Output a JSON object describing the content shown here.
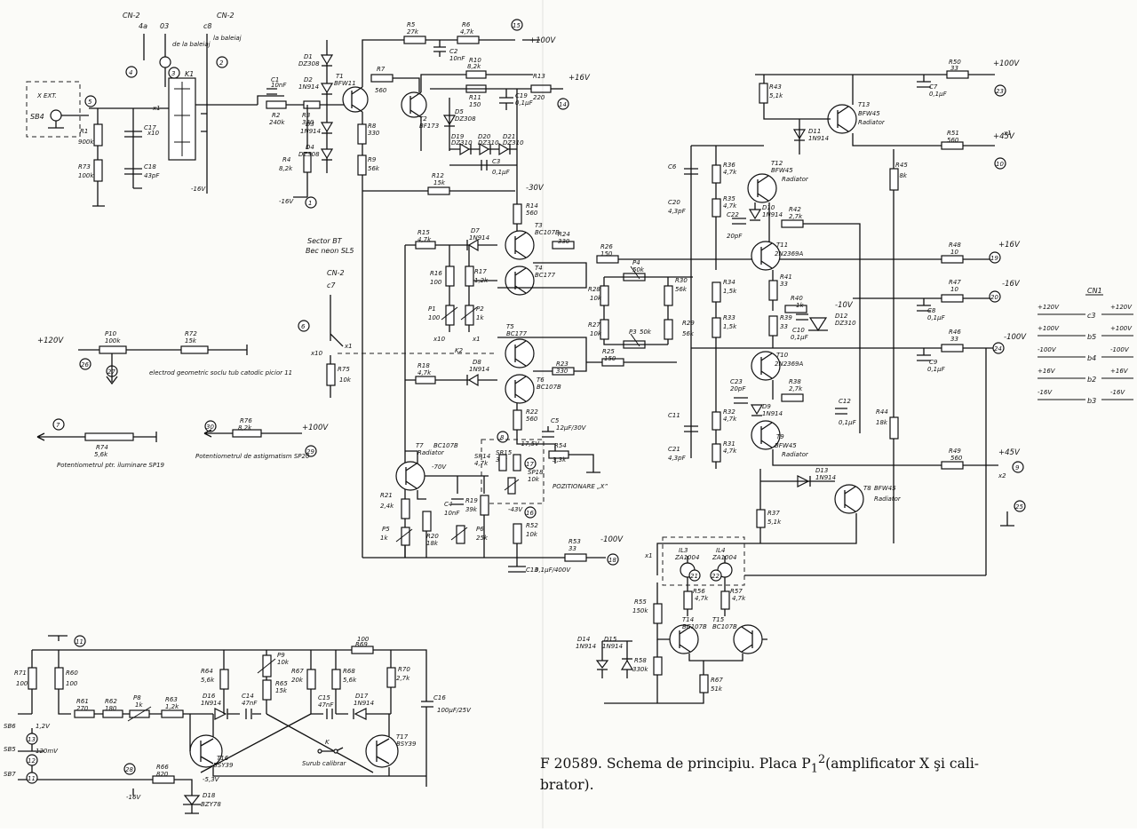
{
  "caption": {
    "line1_pre": "F 20589. Schema de principiu. Placa P",
    "line1_sub": "1",
    "line1_sup": "2",
    "line1_post": "(amplificator X şi cali-",
    "line2": "brator)."
  },
  "connectors": {
    "cn2_a": "CN-2",
    "cn2_b": "CN-2",
    "cn2_c": "CN-2",
    "cn1": "CN1",
    "pins": [
      "4a",
      "03",
      "c8",
      "c7"
    ],
    "del_baleiaj": "de la baleiaj",
    "la_baleiaj": "la baleiaj",
    "xext": "X EXT.",
    "sb4": "SB4",
    "sector_bt": "Sector BT",
    "bec_neon": "Bec neon SL5"
  },
  "cn1_table": [
    {
      "left": "+120V",
      "pin": "c3",
      "right": "+120V"
    },
    {
      "left": "+100V",
      "pin": "b5",
      "right": "+100V"
    },
    {
      "left": "-100V",
      "pin": "b4",
      "right": "-100V"
    },
    {
      "left": "+16V",
      "pin": "b2",
      "right": "+16V"
    },
    {
      "left": "-16V",
      "pin": "b3",
      "right": "-16V"
    }
  ],
  "rails": {
    "p100": "+100V",
    "p16": "+16V",
    "m30": "-30V",
    "m16": "-16V",
    "p120": "+120V",
    "p45": "+45V",
    "m100": "-100V",
    "m10": "-10V",
    "m70": "-70V",
    "m43": "-43V",
    "m175": "-17,5V",
    "v12": "1,2V",
    "v120m": "120mV",
    "m53": "-5,3V"
  },
  "nodes": [
    "1",
    "2",
    "3",
    "4",
    "5",
    "6",
    "7",
    "8",
    "9",
    "10",
    "11",
    "12",
    "13",
    "14",
    "15",
    "16",
    "17",
    "18",
    "19",
    "20",
    "21",
    "22",
    "23",
    "24",
    "25",
    "26",
    "27",
    "28",
    "29",
    "30"
  ],
  "transistors": [
    {
      "id": "T1",
      "type": "BFW11"
    },
    {
      "id": "T2",
      "type": "BF173"
    },
    {
      "id": "T3",
      "type": "BC107B"
    },
    {
      "id": "T4",
      "type": "BC177"
    },
    {
      "id": "T5",
      "type": "BC177"
    },
    {
      "id": "T6",
      "type": "BC107B"
    },
    {
      "id": "T7",
      "type": "BC107B"
    },
    {
      "id": "T8",
      "type": "BFW45"
    },
    {
      "id": "T9",
      "type": "BFW45"
    },
    {
      "id": "T10",
      "type": "2N2369A"
    },
    {
      "id": "T11",
      "type": "2N2369A"
    },
    {
      "id": "T12",
      "type": "BFW45"
    },
    {
      "id": "T13",
      "type": "BFW45"
    },
    {
      "id": "T14",
      "type": "BC107B"
    },
    {
      "id": "T15",
      "type": "BC107B"
    },
    {
      "id": "T16",
      "type": "BSY39"
    },
    {
      "id": "T17",
      "type": "BSY39"
    }
  ],
  "notes": {
    "radiator": "Radiator",
    "pozitionare": "POZITIONARE „X”",
    "surub": "Surub calibrar",
    "electrod": "electrod geometric soclu tub catodic picior 11",
    "pot_iluminare": "Potentiometrul ptr. iluminare SP19",
    "pot_astig": "Potentiometrul de astigmatism SP20",
    "k1": "K1",
    "k2": "K2",
    "x1": "x1",
    "x10": "x10",
    "x1b": "x1",
    "x2": "x2"
  },
  "components_left": [
    {
      "id": "R1",
      "val": "900k"
    },
    {
      "id": "R73",
      "val": "100k"
    },
    {
      "id": "C17",
      "val": ""
    },
    {
      "id": "C18",
      "val": "43pF"
    },
    {
      "id": "C1",
      "val": "10nF"
    },
    {
      "id": "R2",
      "val": "240k"
    },
    {
      "id": "R3",
      "val": "330"
    },
    {
      "id": "R4",
      "val": "8,2k"
    },
    {
      "id": "D1",
      "val": "DZ308"
    },
    {
      "id": "D2",
      "val": "1N914"
    },
    {
      "id": "D3",
      "val": "1N914"
    },
    {
      "id": "D4",
      "val": "DZ308"
    },
    {
      "id": "R5",
      "val": "27k"
    },
    {
      "id": "R6",
      "val": "4,7k"
    },
    {
      "id": "C2",
      "val": "10nF"
    },
    {
      "id": "R7",
      "val": "560"
    },
    {
      "id": "R8",
      "val": "330"
    },
    {
      "id": "R9",
      "val": "56k"
    },
    {
      "id": "R10",
      "val": "8,2k"
    },
    {
      "id": "R11",
      "val": "150"
    },
    {
      "id": "R13",
      "val": "220"
    },
    {
      "id": "C19",
      "val": "0,1µF"
    },
    {
      "id": "D5",
      "val": "DZ308"
    },
    {
      "id": "D19",
      "val": "DZ310"
    },
    {
      "id": "D20",
      "val": "DZ310"
    },
    {
      "id": "D21",
      "val": "DZ310"
    },
    {
      "id": "C3",
      "val": "0,1µF"
    },
    {
      "id": "R12",
      "val": "15k"
    },
    {
      "id": "R14",
      "val": "560"
    }
  ],
  "components_mid": [
    {
      "id": "R15",
      "val": "4,7k"
    },
    {
      "id": "D7",
      "val": "1N914"
    },
    {
      "id": "R16",
      "val": "100"
    },
    {
      "id": "R17",
      "val": "1,2k"
    },
    {
      "id": "P1",
      "val": "100"
    },
    {
      "id": "P2",
      "val": "1k"
    },
    {
      "id": "R24",
      "val": "330"
    },
    {
      "id": "R26",
      "val": "150"
    },
    {
      "id": "P4",
      "val": "50k"
    },
    {
      "id": "R28",
      "val": "10k"
    },
    {
      "id": "R27",
      "val": "10k"
    },
    {
      "id": "P3",
      "val": "50k"
    },
    {
      "id": "R30",
      "val": "56k"
    },
    {
      "id": "R29",
      "val": "56k"
    },
    {
      "id": "R18",
      "val": "4,7k"
    },
    {
      "id": "D8",
      "val": "1N914"
    },
    {
      "id": "R23",
      "val": "330"
    },
    {
      "id": "R25",
      "val": "150"
    },
    {
      "id": "R22",
      "val": "560"
    },
    {
      "id": "C5",
      "val": "12µF/30V"
    },
    {
      "id": "R54",
      "val": "3,3k"
    },
    {
      "id": "SR14",
      "val": "4,7k"
    },
    {
      "id": "SR15",
      "val": "30k"
    },
    {
      "id": "SP18",
      "val": "10k"
    },
    {
      "id": "R19",
      "val": "39k"
    },
    {
      "id": "R20",
      "val": "18k"
    },
    {
      "id": "R21",
      "val": "2,4k"
    },
    {
      "id": "C4",
      "val": "10nF"
    },
    {
      "id": "P5",
      "val": "1k"
    },
    {
      "id": "P6",
      "val": "25k"
    },
    {
      "id": "R52",
      "val": "10k"
    },
    {
      "id": "R53",
      "val": "33"
    },
    {
      "id": "C13",
      "val": "0,1µF/400V"
    },
    {
      "id": "R75",
      "val": "10k"
    },
    {
      "id": "P10",
      "val": "100k"
    },
    {
      "id": "R72",
      "val": "15k"
    },
    {
      "id": "R74",
      "val": "5,6k"
    },
    {
      "id": "R76",
      "val": "8,2k"
    }
  ],
  "components_right": [
    {
      "id": "R43",
      "val": "5,1k"
    },
    {
      "id": "D11",
      "val": "1N914"
    },
    {
      "id": "R50",
      "val": "33"
    },
    {
      "id": "C7",
      "val": "0,1µF"
    },
    {
      "id": "R51",
      "val": "560"
    },
    {
      "id": "R45",
      "val": "18k"
    },
    {
      "id": "C6",
      "val": ""
    },
    {
      "id": "C20",
      "val": "4,3pF"
    },
    {
      "id": "R36",
      "val": "4,7k"
    },
    {
      "id": "R35",
      "val": "4,7k"
    },
    {
      "id": "C22",
      "val": "20pF"
    },
    {
      "id": "D10",
      "val": "1N914"
    },
    {
      "id": "R42",
      "val": "2,7k"
    },
    {
      "id": "R48",
      "val": "10"
    },
    {
      "id": "R47",
      "val": "10"
    },
    {
      "id": "C8",
      "val": "0,1µF"
    },
    {
      "id": "R34",
      "val": "1,5k"
    },
    {
      "id": "R41",
      "val": "33"
    },
    {
      "id": "R40",
      "val": "1k"
    },
    {
      "id": "C10",
      "val": "0,1µF"
    },
    {
      "id": "D12",
      "val": "DZ310"
    },
    {
      "id": "R33",
      "val": "1,5k"
    },
    {
      "id": "R39",
      "val": "33"
    },
    {
      "id": "R46",
      "val": "33"
    },
    {
      "id": "C9",
      "val": "0,1µF"
    },
    {
      "id": "C23",
      "val": "20pF"
    },
    {
      "id": "R38",
      "val": "2,7k"
    },
    {
      "id": "D9",
      "val": "1N914"
    },
    {
      "id": "C11",
      "val": ""
    },
    {
      "id": "C12",
      "val": "0,1µF"
    },
    {
      "id": "R32",
      "val": "4,7k"
    },
    {
      "id": "R31",
      "val": "4,7k"
    },
    {
      "id": "C21",
      "val": "4,3pF"
    },
    {
      "id": "R44",
      "val": "18k"
    },
    {
      "id": "R49",
      "val": "560"
    },
    {
      "id": "D13",
      "val": "1N914"
    },
    {
      "id": "R37",
      "val": "5,1k"
    },
    {
      "id": "IL3",
      "val": "ZA1004"
    },
    {
      "id": "IL4",
      "val": "ZA1004"
    },
    {
      "id": "R56",
      "val": "4,7k"
    },
    {
      "id": "R57",
      "val": "4,7k"
    },
    {
      "id": "R55",
      "val": "150k"
    },
    {
      "id": "R58",
      "val": "330k"
    },
    {
      "id": "R67",
      "val": "51k"
    },
    {
      "id": "D14",
      "val": "1N914"
    },
    {
      "id": "D15",
      "val": "1N914"
    }
  ],
  "components_cal": [
    {
      "id": "R71",
      "val": "100"
    },
    {
      "id": "R60",
      "val": "100"
    },
    {
      "id": "R61",
      "val": "270"
    },
    {
      "id": "R62",
      "val": "180"
    },
    {
      "id": "P8",
      "val": "1k"
    },
    {
      "id": "R63",
      "val": "1,2k"
    },
    {
      "id": "R64",
      "val": "5,6k"
    },
    {
      "id": "D16",
      "val": "1N914"
    },
    {
      "id": "C14",
      "val": "47nF"
    },
    {
      "id": "P9",
      "val": "10k"
    },
    {
      "id": "R65",
      "val": "15k"
    },
    {
      "id": "R69",
      "val": "100"
    },
    {
      "id": "R67",
      "val": "20k"
    },
    {
      "id": "C15",
      "val": "47nF"
    },
    {
      "id": "R68",
      "val": "5,6k"
    },
    {
      "id": "D17",
      "val": "1N914"
    },
    {
      "id": "R70",
      "val": "2,7k"
    },
    {
      "id": "C16",
      "val": "100µF/25V"
    },
    {
      "id": "R66",
      "val": "820"
    },
    {
      "id": "D18",
      "val": "BZY78"
    },
    {
      "id": "SB6",
      "val": ""
    },
    {
      "id": "SB5",
      "val": ""
    },
    {
      "id": "SB7",
      "val": ""
    }
  ]
}
